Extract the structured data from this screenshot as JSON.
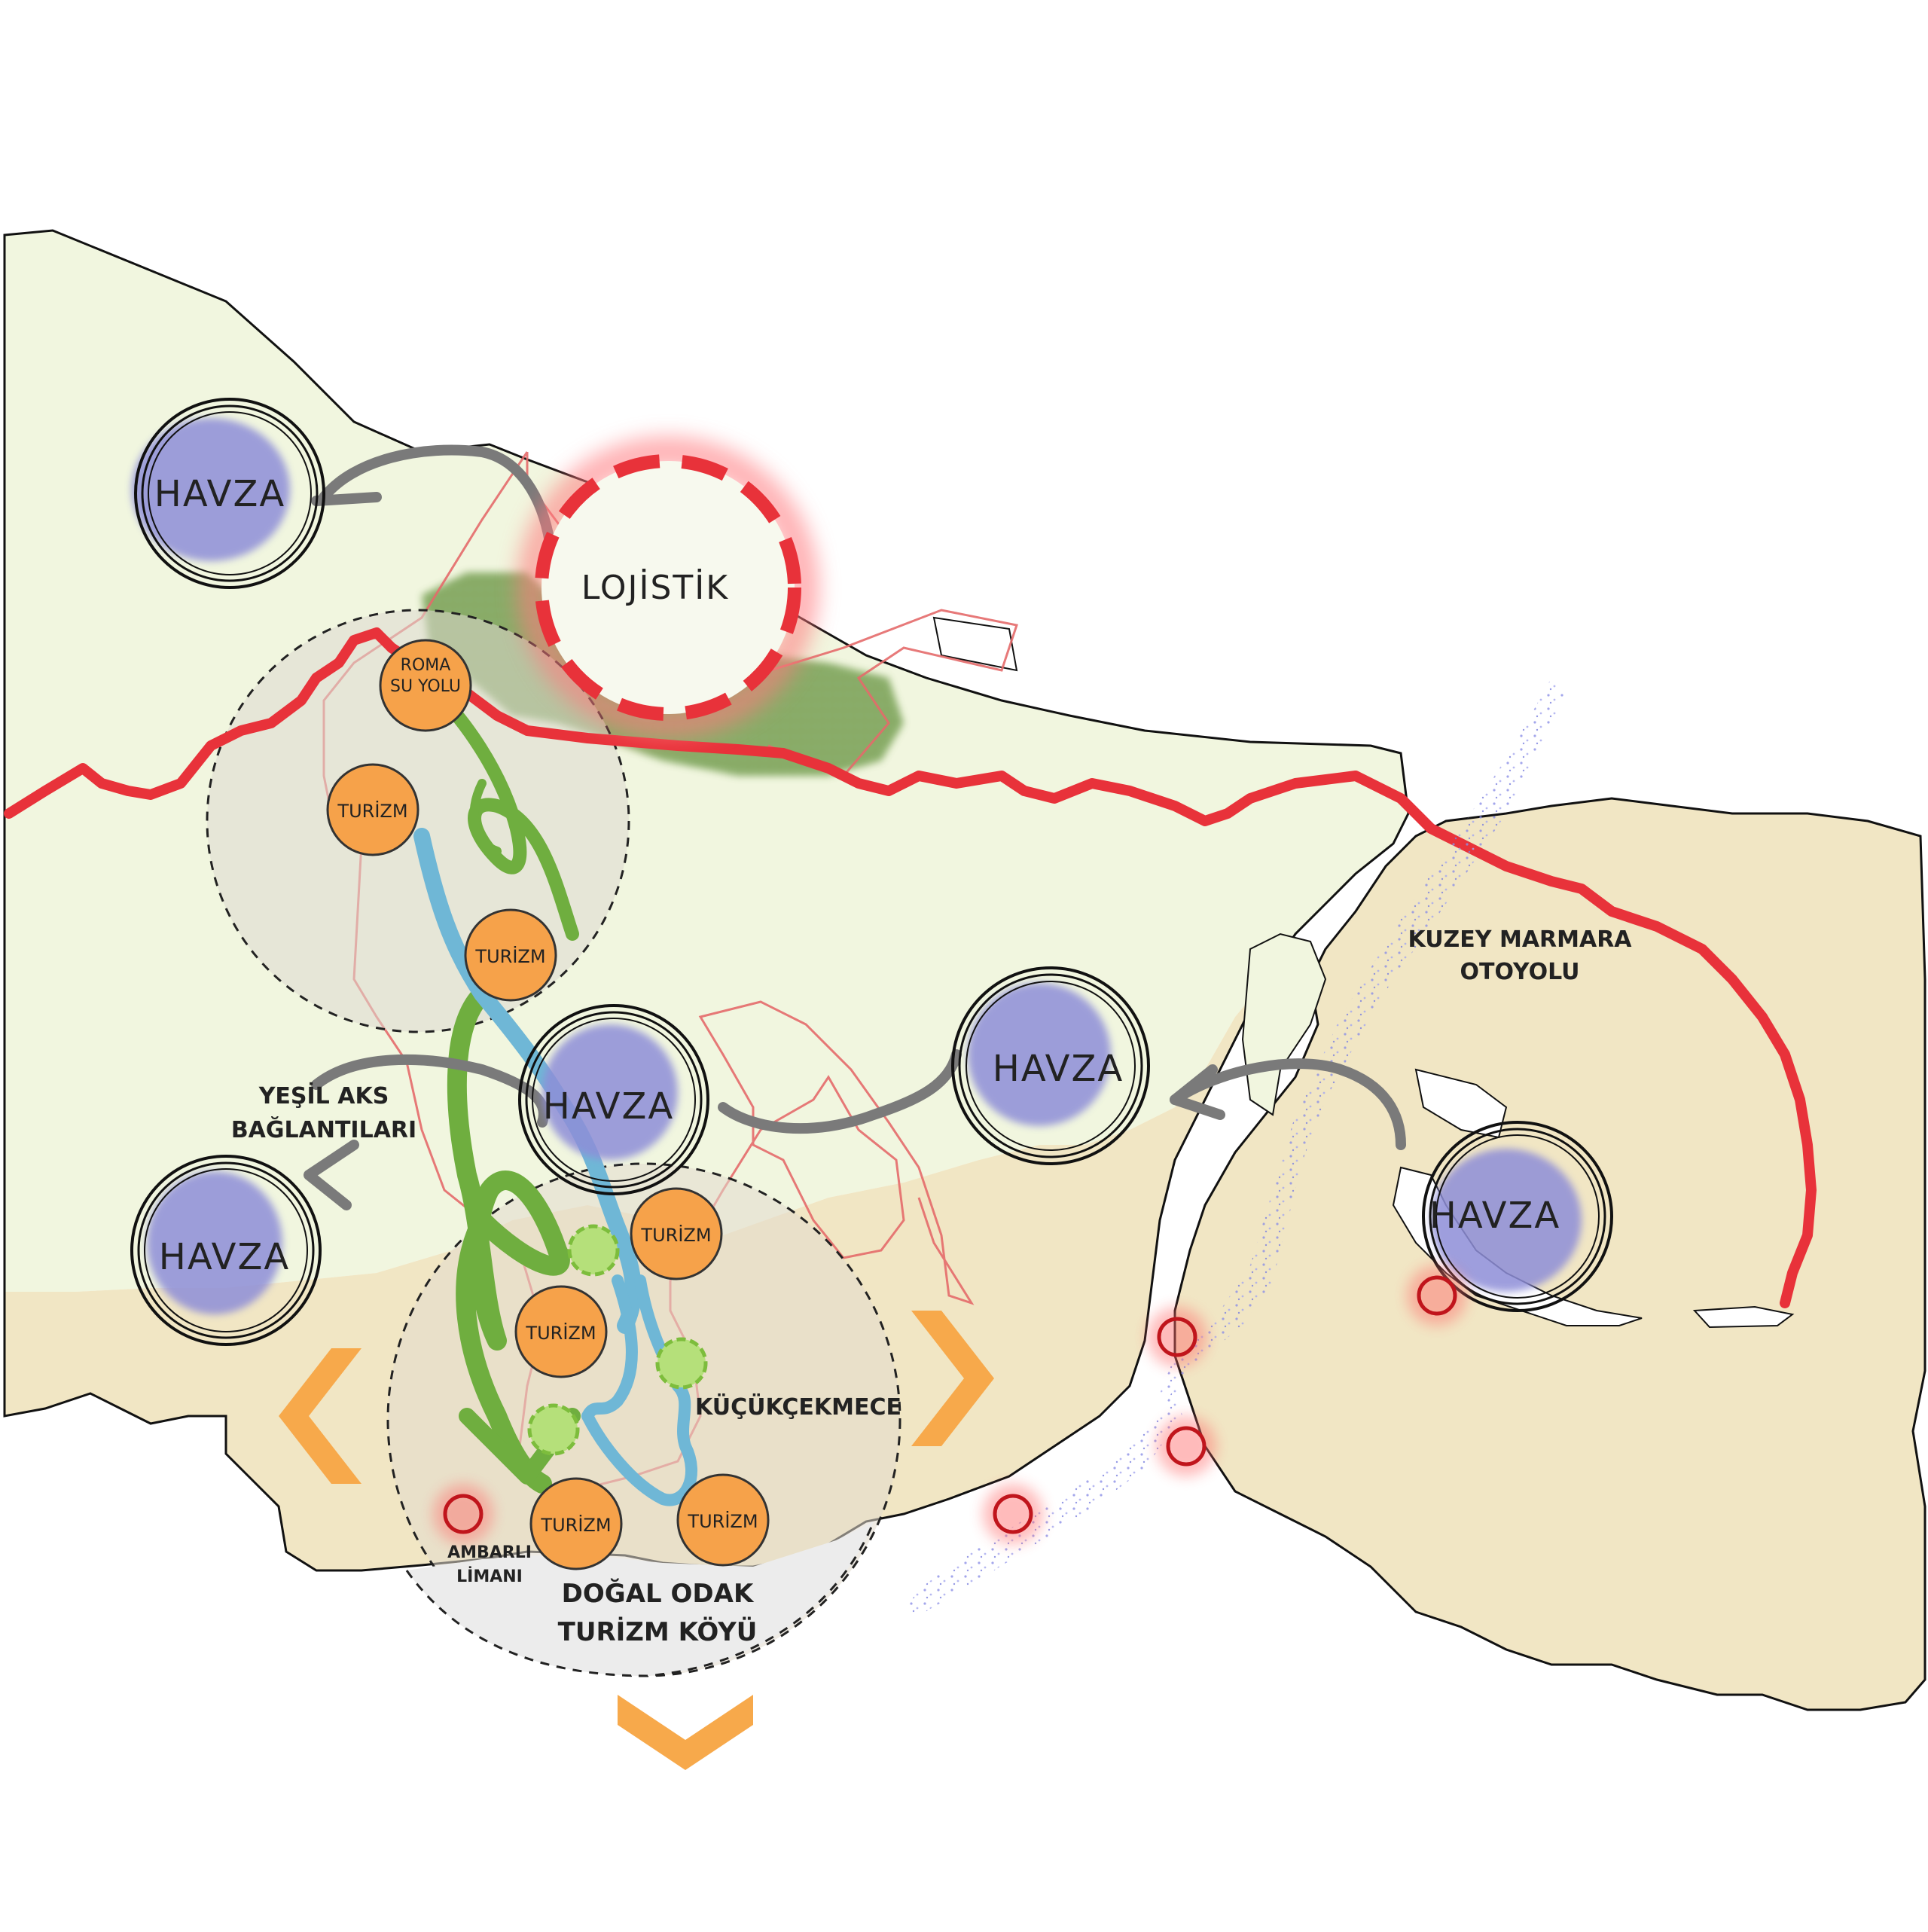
{
  "map": {
    "labels": {
      "lojistik": "LOJİSTİK",
      "roma_line1": "ROMA",
      "roma_line2": "SU YOLU",
      "havza": "HAVZA",
      "turizm": "TURİZM",
      "yesil_line1": "YEŞİL AKS",
      "yesil_line2": "BAĞLANTILARI",
      "kuzey_line1": "KUZEY MARMARA",
      "kuzey_line2": "OTOYOLU",
      "kucukcekmece": "KÜÇÜKÇEKMECE",
      "ambarli_line1": "AMBARLI",
      "ambarli_line2": "LİMANI",
      "dogal_line1": "DOĞAL ODAK",
      "dogal_line2": "TURİZM KÖYÜ"
    },
    "colors": {
      "land_north": "#f1f6df",
      "land_south": "#f1e6c4",
      "highway": "#e8323a",
      "turizm_fill": "#f6a24a",
      "havza_blob": "#8e8ed8",
      "green_axis": "#6fae3f",
      "water": "#6fb7d6",
      "arrow_orange": "#f7a94b",
      "forest": "#5e8f3a"
    }
  }
}
